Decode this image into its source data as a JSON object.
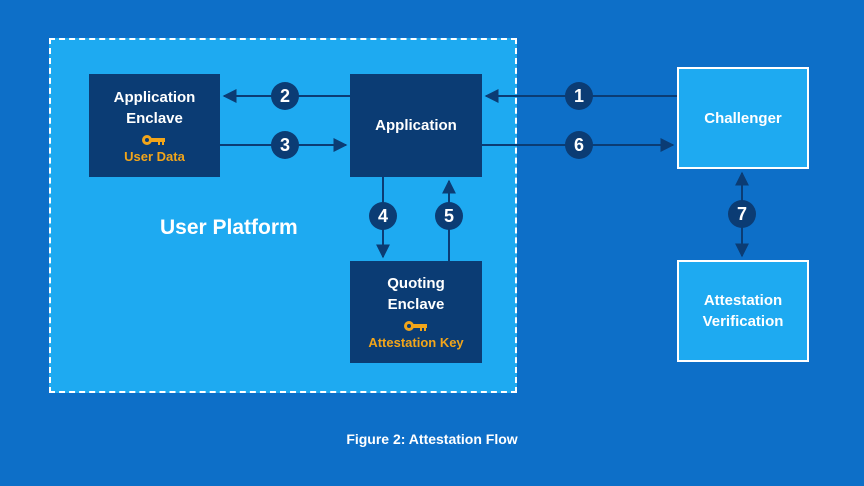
{
  "platform": {
    "label": "User Platform"
  },
  "boxes": {
    "app_enclave": {
      "line1": "Application",
      "line2": "Enclave",
      "key_label": "User Data"
    },
    "application": {
      "label": "Application"
    },
    "quoting_enclave": {
      "line1": "Quoting",
      "line2": "Enclave",
      "key_label": "Attestation Key"
    },
    "challenger": {
      "label": "Challenger"
    },
    "attestation_verification": {
      "line1": "Attestation",
      "line2": "Verification"
    }
  },
  "steps": [
    "1",
    "2",
    "3",
    "4",
    "5",
    "6",
    "7"
  ],
  "caption": "Figure 2: Attestation Flow",
  "colors": {
    "background": "#0d6fc8",
    "platform": "#1eaaf1",
    "dark_box": "#0b3c74",
    "key": "#f2a51a"
  },
  "icons": {
    "key": "key-icon"
  }
}
